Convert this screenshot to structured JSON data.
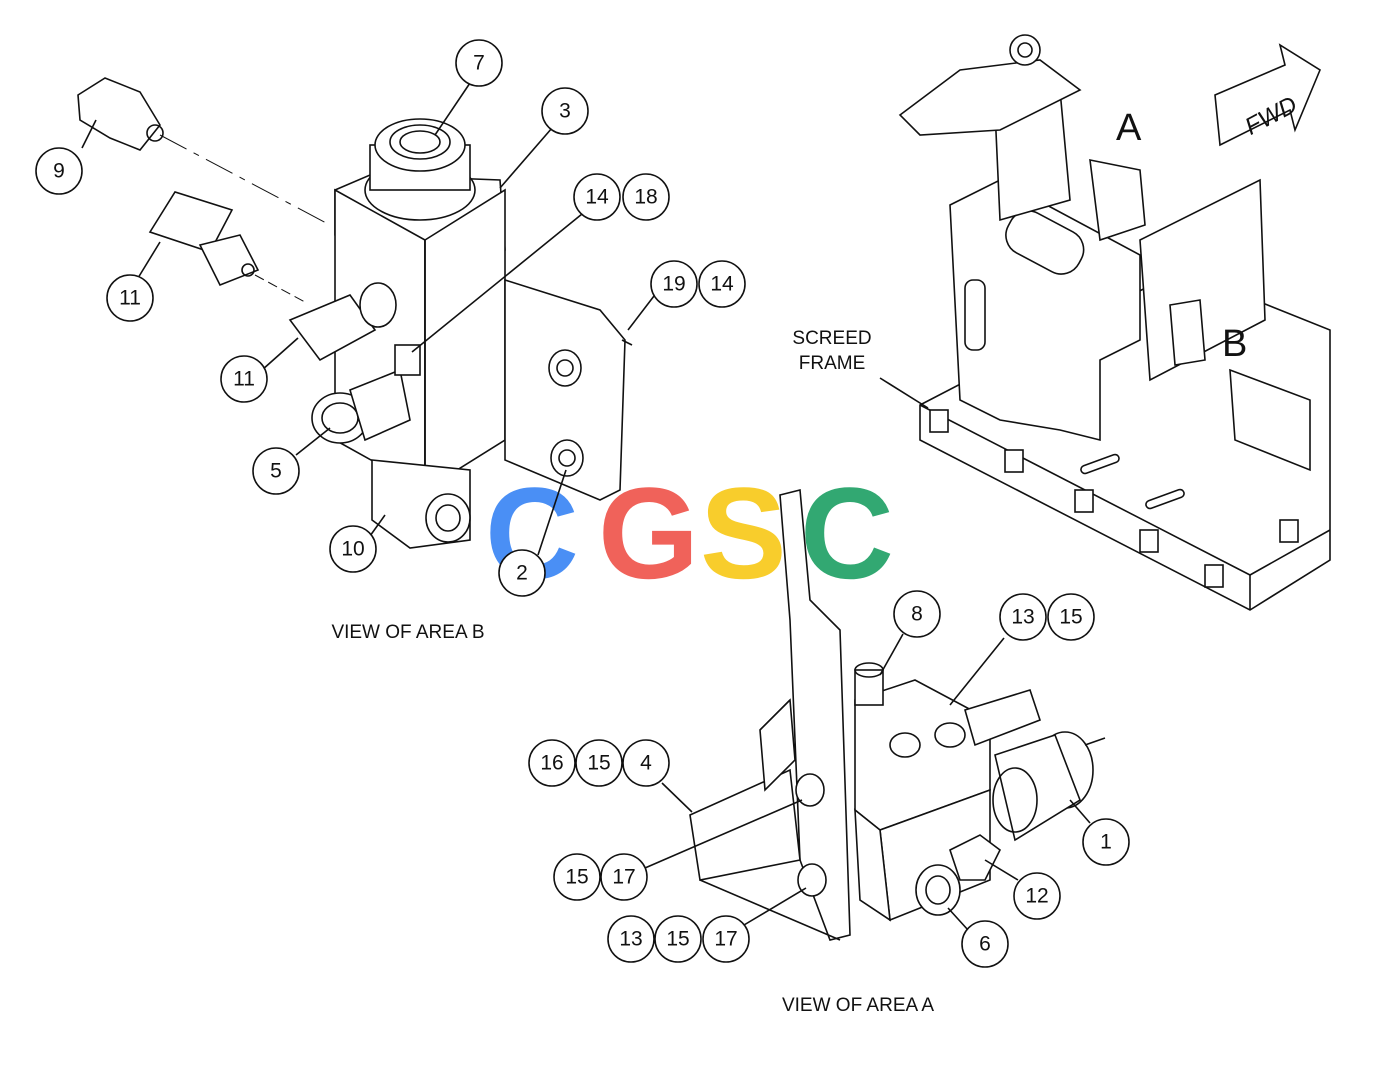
{
  "watermark": {
    "letters": [
      "C",
      "G",
      "S",
      "C"
    ],
    "colors": [
      "#4a8ff5",
      "#f0625a",
      "#f8cd2c",
      "#32a872"
    ]
  },
  "views": {
    "area_b": "VIEW OF AREA B",
    "area_a": "VIEW OF AREA A"
  },
  "overview": {
    "screed_frame": [
      "SCREED",
      "FRAME"
    ],
    "area_a_letter": "A",
    "area_b_letter": "B",
    "fwd_arrow": "FWD"
  },
  "callouts": {
    "b7": "7",
    "b3": "3",
    "b9": "9",
    "b14a": "14",
    "b18": "18",
    "b11a": "11",
    "b11b": "11",
    "b19": "19",
    "b14b": "14",
    "b5": "5",
    "b10": "10",
    "b2": "2",
    "a8": "8",
    "a13a": "13",
    "a15a": "15",
    "a16": "16",
    "a15b": "15",
    "a4": "4",
    "a1": "1",
    "a15c": "15",
    "a17a": "17",
    "a12": "12",
    "a13b": "13",
    "a15d": "15",
    "a17b": "17",
    "a6": "6"
  }
}
